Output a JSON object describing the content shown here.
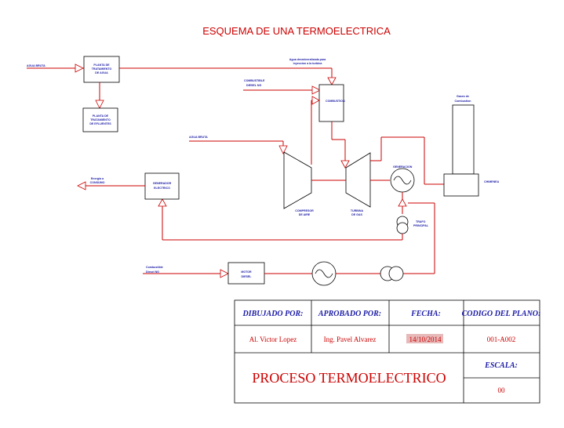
{
  "title": "ESQUEMA DE UNA TERMOELECTRICA",
  "labels": {
    "agua_bruta_1": "AGUA BRUTA",
    "planta_tratamiento_1": [
      "PLANTA DE",
      "TRATAMIENTO",
      "DE AGUA"
    ],
    "planta_tratamiento_2": [
      "PLANTA DE",
      "TRATAMIENTO",
      "DE EFLUENTES"
    ],
    "agua_desmineralizada": [
      "Agua desmineralizada para",
      "inyeccion a la turbina"
    ],
    "combustible": [
      "COMBUSTIBLE",
      "DIESEL NG"
    ],
    "combustion": "COMBUSTION",
    "gases_escape": [
      "Gases de",
      "Combustion"
    ],
    "agua_bruta_2": "AGUA BRUTA",
    "energia_consumo": [
      "Energia a",
      "CONSUMO"
    ],
    "generador_electrico": [
      "GENERADOR",
      "ELECTRICO"
    ],
    "compresor": [
      "COMPRESOR",
      "DE AIRE"
    ],
    "turbina": [
      "TURBINA",
      "DE GAS"
    ],
    "generacion": "GENERACION",
    "chimenea": "CHIMENEA",
    "transformador": [
      "TRAFO",
      "PRINCIPAL"
    ],
    "combustible_2": [
      "Combustible",
      "Diesel NG"
    ],
    "motor_diesel": [
      "MOTOR",
      "DIESEL"
    ]
  },
  "title_block": {
    "headers": [
      "DIBUJADO POR:",
      "APROBADO POR:",
      "FECHA:",
      "CODIGO DEL PLANO:"
    ],
    "values": [
      "Al. Victor Lopez",
      "Ing. Pavel Alvarez",
      "14/10/2014",
      "001-A002"
    ],
    "process": "PROCESO TERMOELECTRICO",
    "scale_label": "ESCALA:",
    "scale_value": "00"
  },
  "colors": {
    "line": "#cc0000",
    "header_text": "#1a1aa6",
    "box": "#000000",
    "date_highlight": "#e7b9b9"
  }
}
